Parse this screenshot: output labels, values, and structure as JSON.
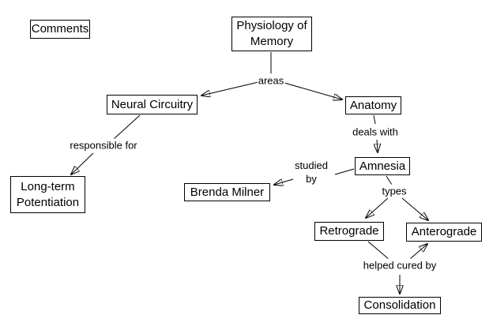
{
  "canvas": {
    "background_color": "#ffffff",
    "line_color": "#000000",
    "text_color": "#000000"
  },
  "nodes": {
    "comments": "Comments",
    "physiology_of_memory": "Physiology of\nMemory",
    "neural_circuitry": "Neural Circuitry",
    "anatomy": "Anatomy",
    "amnesia": "Amnesia",
    "brenda_milner": "Brenda Milner",
    "long_term_potentiation": "Long-term\nPotentiation",
    "retrograde": "Retrograde",
    "anterograde": "Anterograde",
    "consolidation": "Consolidation"
  },
  "link_labels": {
    "areas": "areas",
    "responsible_for": "responsible for",
    "deals_with": "deals with",
    "studied_by": "studied\nby",
    "types": "types",
    "helped_cured_by": "helped cured by"
  },
  "relationships": [
    {
      "from": "Physiology of Memory",
      "label": "areas",
      "to": "Neural Circuitry"
    },
    {
      "from": "Physiology of Memory",
      "label": "areas",
      "to": "Anatomy"
    },
    {
      "from": "Neural Circuitry",
      "label": "responsible for",
      "to": "Long-term Potentiation"
    },
    {
      "from": "Anatomy",
      "label": "deals with",
      "to": "Amnesia"
    },
    {
      "from": "Amnesia",
      "label": "studied by",
      "to": "Brenda Milner"
    },
    {
      "from": "Amnesia",
      "label": "types",
      "to": "Retrograde"
    },
    {
      "from": "Amnesia",
      "label": "types",
      "to": "Anterograde"
    },
    {
      "from": "Retrograde",
      "label": "helped cured by",
      "to": "Anterograde"
    },
    {
      "from": "Retrograde",
      "label": "helped cured by",
      "to": "Consolidation"
    }
  ]
}
